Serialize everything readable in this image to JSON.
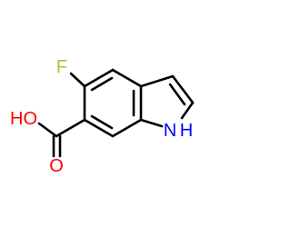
{
  "molecule": {
    "atoms": {
      "fluorine": "F",
      "hydroxyl": "HO",
      "carbonyl_oxygen": "O",
      "nitrogen": "N",
      "nitrogen_hydrogen": "H"
    },
    "colors": {
      "bond": "#000000",
      "fluorine": "#9ACD32",
      "oxygen": "#FF0000",
      "nitrogen": "#0000FF"
    }
  }
}
